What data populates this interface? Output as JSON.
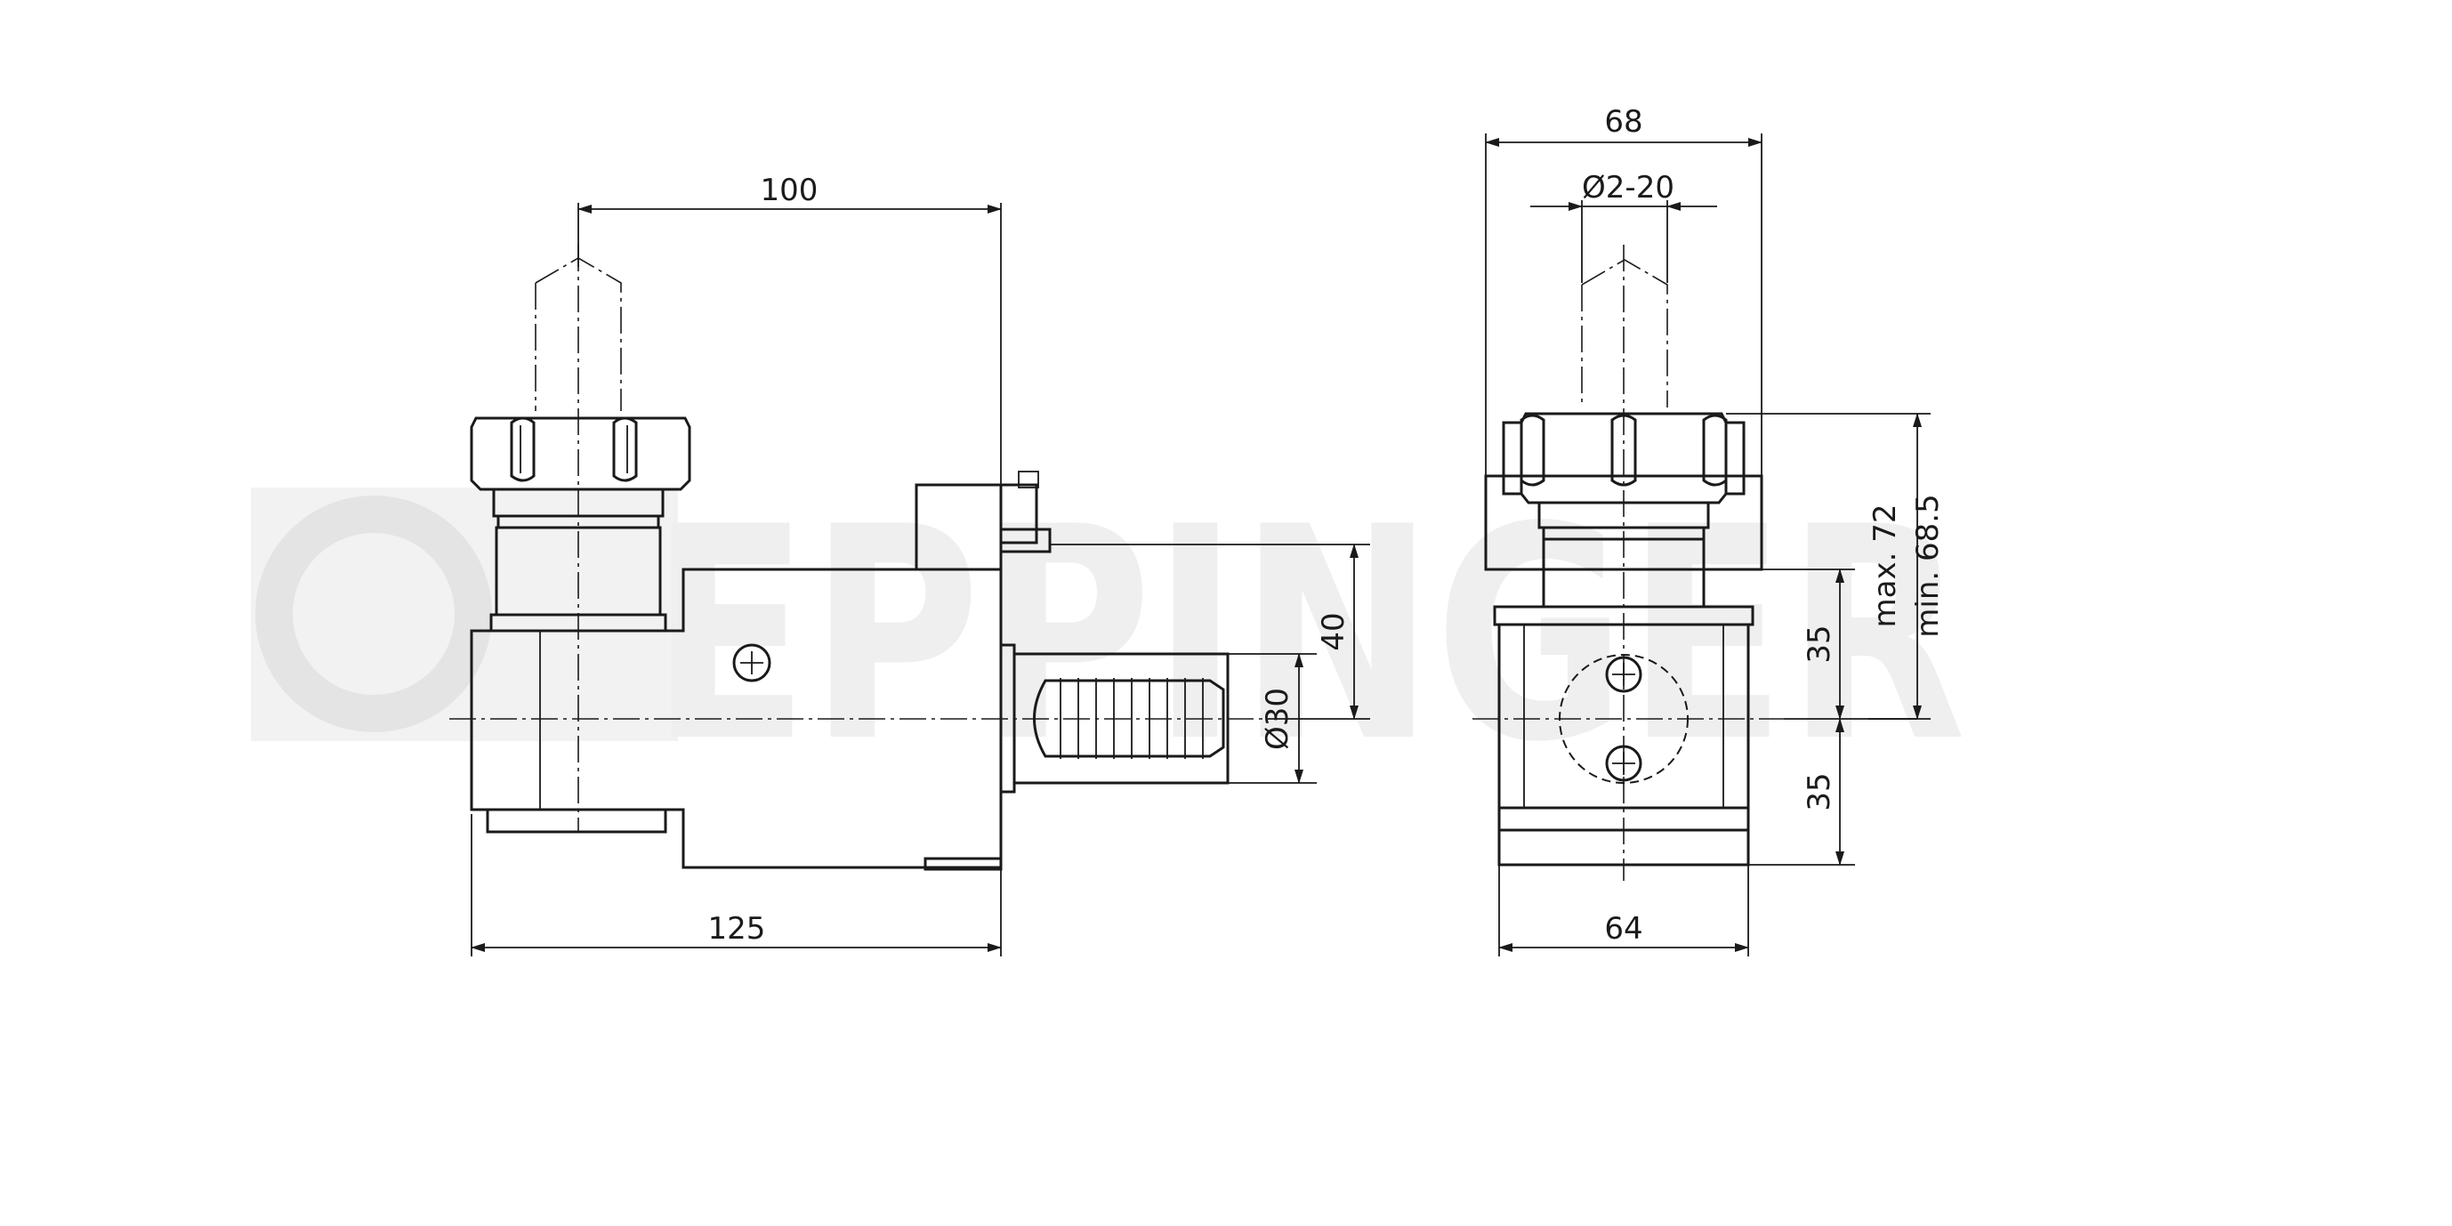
{
  "watermark": {
    "text": "EPPINGER",
    "color": "#efefef"
  },
  "dimensions": {
    "side_length": "100",
    "side_total": "125",
    "shank_diameter": "Ø30",
    "shank_offset": "40",
    "front_width_top": "68",
    "collet_range": "Ø2-20",
    "front_width_bottom": "64",
    "height_upper": "35",
    "height_lower": "35",
    "max_length": "max. 72",
    "min_length": "min. 68.5"
  },
  "colors": {
    "line": "#1a1a1a",
    "background": "#ffffff"
  }
}
